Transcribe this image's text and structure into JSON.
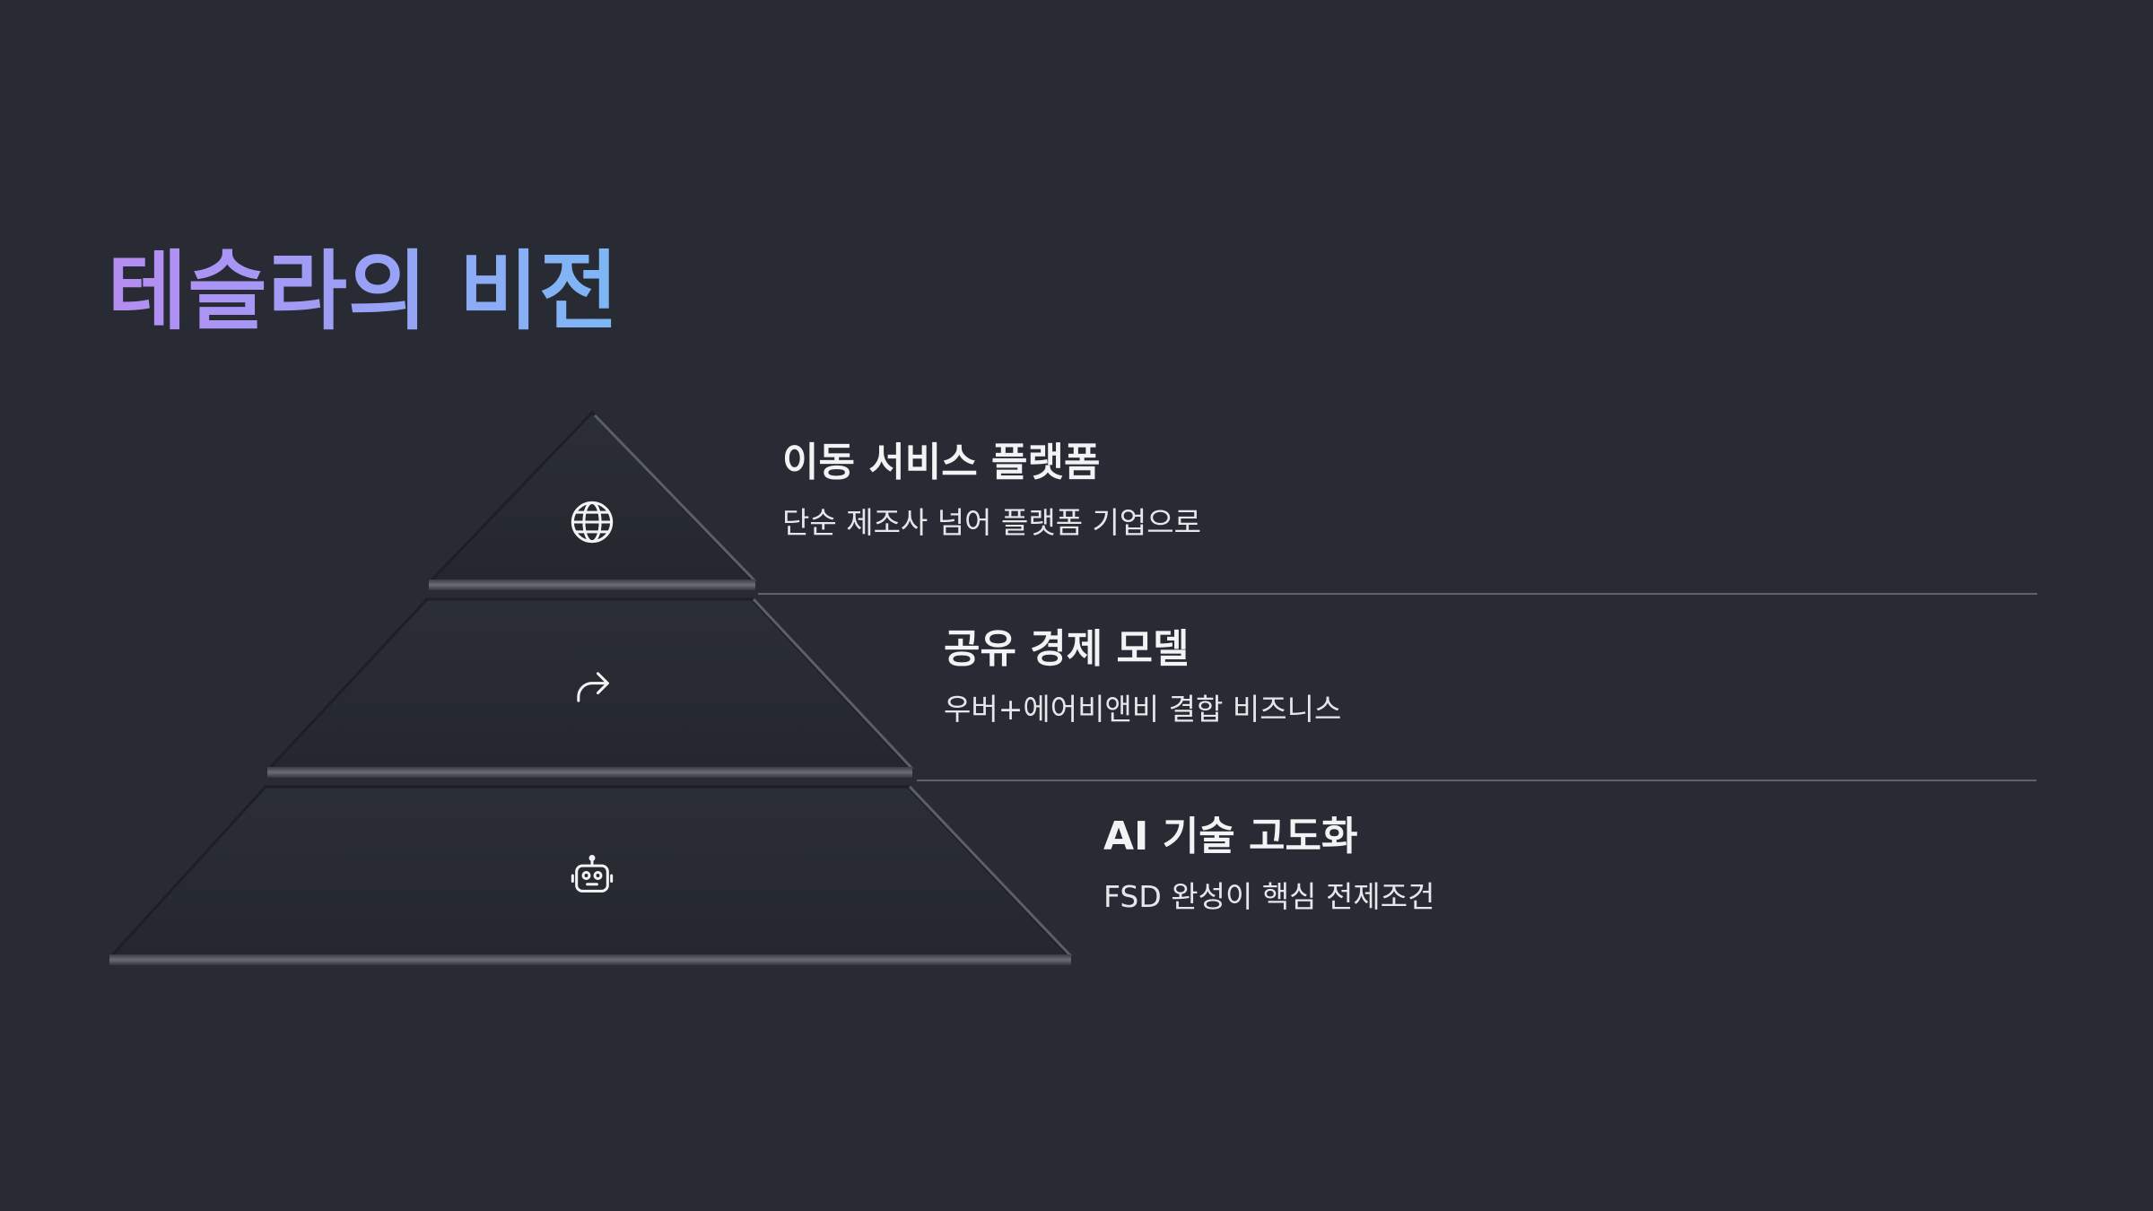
{
  "slide": {
    "title": "테슬라의 비전",
    "levels": [
      {
        "title": "이동 서비스 플랫폼",
        "description": "단순 제조사 넘어 플랫폼 기업으로",
        "icon": "globe-icon"
      },
      {
        "title": "공유 경제 모델",
        "description": "우버+에어비앤비 결합 비즈니스",
        "icon": "share-arrow-icon"
      },
      {
        "title": "AI 기술 고도화",
        "description": "FSD 완성이 핵심 전제조건",
        "icon": "robot-icon"
      }
    ]
  },
  "colors": {
    "background": "#282b33",
    "title_gradient_start": "#b68cf2",
    "title_gradient_end": "#7cb8f5",
    "text": "#f2f3f5",
    "divider": "#5f636c"
  }
}
